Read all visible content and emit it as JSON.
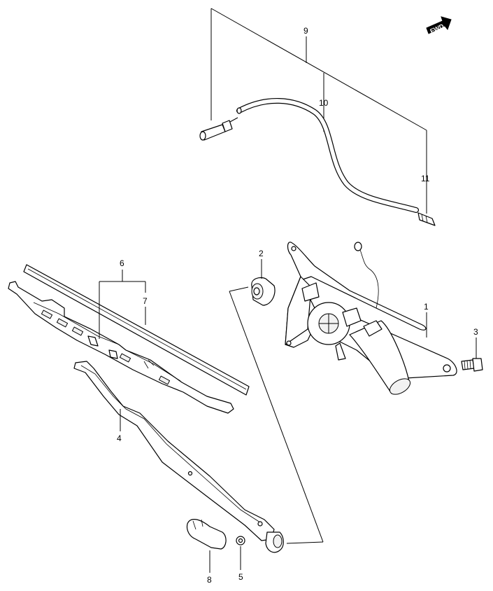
{
  "fwd_mark": "FWD",
  "callouts": {
    "c1": "1",
    "c2": "2",
    "c3": "3",
    "c4": "4",
    "c5": "5",
    "c6": "6",
    "c7": "7",
    "c8": "8",
    "c9": "9",
    "c10": "10",
    "c11": "11"
  }
}
